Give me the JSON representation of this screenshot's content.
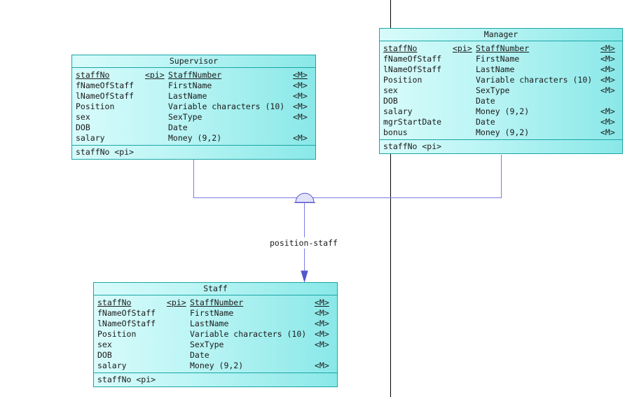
{
  "diagram": {
    "inheritance_label": "position-staff",
    "entities": {
      "supervisor": {
        "title": "Supervisor",
        "attributes": [
          {
            "name": "staffNo",
            "key": "<pi>",
            "type": "StaffNumber",
            "mandatory": "<M>"
          },
          {
            "name": "fNameOfStaff",
            "key": "",
            "type": "FirstName",
            "mandatory": "<M>"
          },
          {
            "name": "lNameOfStaff",
            "key": "",
            "type": "LastName",
            "mandatory": "<M>"
          },
          {
            "name": "Position",
            "key": "",
            "type": "Variable characters (10)",
            "mandatory": "<M>"
          },
          {
            "name": "sex",
            "key": "",
            "type": "SexType",
            "mandatory": "<M>"
          },
          {
            "name": "DOB",
            "key": "",
            "type": "Date",
            "mandatory": ""
          },
          {
            "name": "salary",
            "key": "",
            "type": "Money (9,2)",
            "mandatory": "<M>"
          }
        ],
        "identifier": "staffNo  <pi>"
      },
      "manager": {
        "title": "Manager",
        "attributes": [
          {
            "name": "staffNo",
            "key": "<pi>",
            "type": "StaffNumber",
            "mandatory": "<M>"
          },
          {
            "name": "fNameOfStaff",
            "key": "",
            "type": "FirstName",
            "mandatory": "<M>"
          },
          {
            "name": "lNameOfStaff",
            "key": "",
            "type": "LastName",
            "mandatory": "<M>"
          },
          {
            "name": "Position",
            "key": "",
            "type": "Variable characters (10)",
            "mandatory": "<M>"
          },
          {
            "name": "sex",
            "key": "",
            "type": "SexType",
            "mandatory": "<M>"
          },
          {
            "name": "DOB",
            "key": "",
            "type": "Date",
            "mandatory": ""
          },
          {
            "name": "salary",
            "key": "",
            "type": "Money (9,2)",
            "mandatory": "<M>"
          },
          {
            "name": "mgrStartDate",
            "key": "",
            "type": "Date",
            "mandatory": "<M>"
          },
          {
            "name": "bonus",
            "key": "",
            "type": "Money (9,2)",
            "mandatory": "<M>"
          }
        ],
        "identifier": "staffNo  <pi>"
      },
      "staff": {
        "title": "Staff",
        "attributes": [
          {
            "name": "staffNo",
            "key": "<pi>",
            "type": "StaffNumber",
            "mandatory": "<M>"
          },
          {
            "name": "fNameOfStaff",
            "key": "",
            "type": "FirstName",
            "mandatory": "<M>"
          },
          {
            "name": "lNameOfStaff",
            "key": "",
            "type": "LastName",
            "mandatory": "<M>"
          },
          {
            "name": "Position",
            "key": "",
            "type": "Variable characters (10)",
            "mandatory": "<M>"
          },
          {
            "name": "sex",
            "key": "",
            "type": "SexType",
            "mandatory": "<M>"
          },
          {
            "name": "DOB",
            "key": "",
            "type": "Date",
            "mandatory": ""
          },
          {
            "name": "salary",
            "key": "",
            "type": "Money (9,2)",
            "mandatory": "<M>"
          }
        ],
        "identifier": "staffNo  <pi>"
      }
    }
  }
}
